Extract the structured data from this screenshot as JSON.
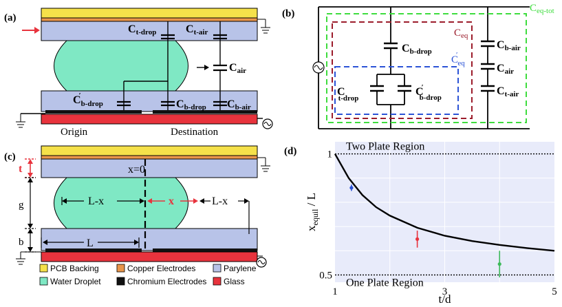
{
  "panel_a": {
    "label": "(a)",
    "cap_t_drop": {
      "main": "C",
      "sub": "t-drop"
    },
    "cap_t_air": {
      "main": "C",
      "sub": "t-air"
    },
    "cap_air": {
      "main": "C",
      "sub": "air"
    },
    "cap_b_drop_prime": {
      "main": "C",
      "prime": "′",
      "sub": "b-drop"
    },
    "cap_b_drop": {
      "main": "C",
      "sub": "b-drop"
    },
    "cap_b_air": {
      "main": "C",
      "sub": "b-air"
    },
    "origin": "Origin",
    "destination": "Destination"
  },
  "panel_b": {
    "label": "(b)",
    "c_eq_tot": {
      "main": "C",
      "sub": "eq-tot"
    },
    "c_eq": {
      "main": "C",
      "sub": "eq"
    },
    "c_eq_prime": {
      "main": "C",
      "prime": "′",
      "sub": "eq"
    },
    "c_b_drop": {
      "main": "C",
      "sub": "b-drop"
    },
    "c_t_drop": {
      "main": "C",
      "sub": "t-drop"
    },
    "c_b_drop_prime": {
      "main": "C",
      "prime": "′",
      "sub": "b-drop"
    },
    "c_b_air": {
      "main": "C",
      "sub": "b-air"
    },
    "c_air": {
      "main": "C",
      "sub": "air"
    },
    "c_t_air": {
      "main": "C",
      "sub": "t-air"
    }
  },
  "panel_c": {
    "label": "(c)",
    "t": "t",
    "x0": "x=0",
    "g": "g",
    "b": "b",
    "L_minus_x_left": "L-x",
    "x": "x",
    "L_minus_x_right": "L-x",
    "L": "L"
  },
  "legend": [
    {
      "label": "PCB Backing",
      "color": "#f5e14a"
    },
    {
      "label": "Copper Electrodes",
      "color": "#e8954a"
    },
    {
      "label": "Parylene",
      "color": "#b8c3e8"
    },
    {
      "label": "Water Droplet",
      "color": "#7fe8c4"
    },
    {
      "label": "Chromium Electrodes",
      "color": "#111111"
    },
    {
      "label": "Glass",
      "color": "#e8333d"
    }
  ],
  "colors": {
    "pcb": "#f5e14a",
    "copper": "#e8954a",
    "parylene": "#b8c3e8",
    "droplet": "#7fe8c4",
    "glass": "#e8333d",
    "eq_tot": "#3ddc3d",
    "eq": "#9b1b2a",
    "eq_prime": "#2a52d6"
  },
  "chart_data": {
    "type": "line",
    "panel_label": "(d)",
    "xlabel": "t/d",
    "ylabel": {
      "main": "x",
      "sub": "equil",
      "rest": " / L"
    },
    "xlim": [
      1,
      5
    ],
    "ylim": [
      0.47,
      1.05
    ],
    "x_ticks": [
      "1",
      "3",
      "5"
    ],
    "y_ticks": [
      "0.5",
      "1"
    ],
    "grid": true,
    "upper_region": {
      "label": "Two Plate Region",
      "y": 1.0
    },
    "lower_region": {
      "label": "One Plate Region",
      "y": 0.5
    },
    "curve": {
      "x": [
        1.0,
        1.25,
        1.5,
        1.75,
        2.0,
        2.5,
        3.0,
        3.5,
        4.0,
        4.5,
        5.0
      ],
      "y": [
        1.0,
        0.9,
        0.83,
        0.78,
        0.745,
        0.695,
        0.662,
        0.64,
        0.624,
        0.611,
        0.6
      ]
    },
    "points": [
      {
        "x": 1.3,
        "y": 0.86,
        "err": 0.013,
        "color": "#2a52d6"
      },
      {
        "x": 2.5,
        "y": 0.648,
        "err": 0.035,
        "color": "#e8333d"
      },
      {
        "x": 4.0,
        "y": 0.545,
        "err": 0.055,
        "color": "#3dba5a"
      }
    ]
  }
}
